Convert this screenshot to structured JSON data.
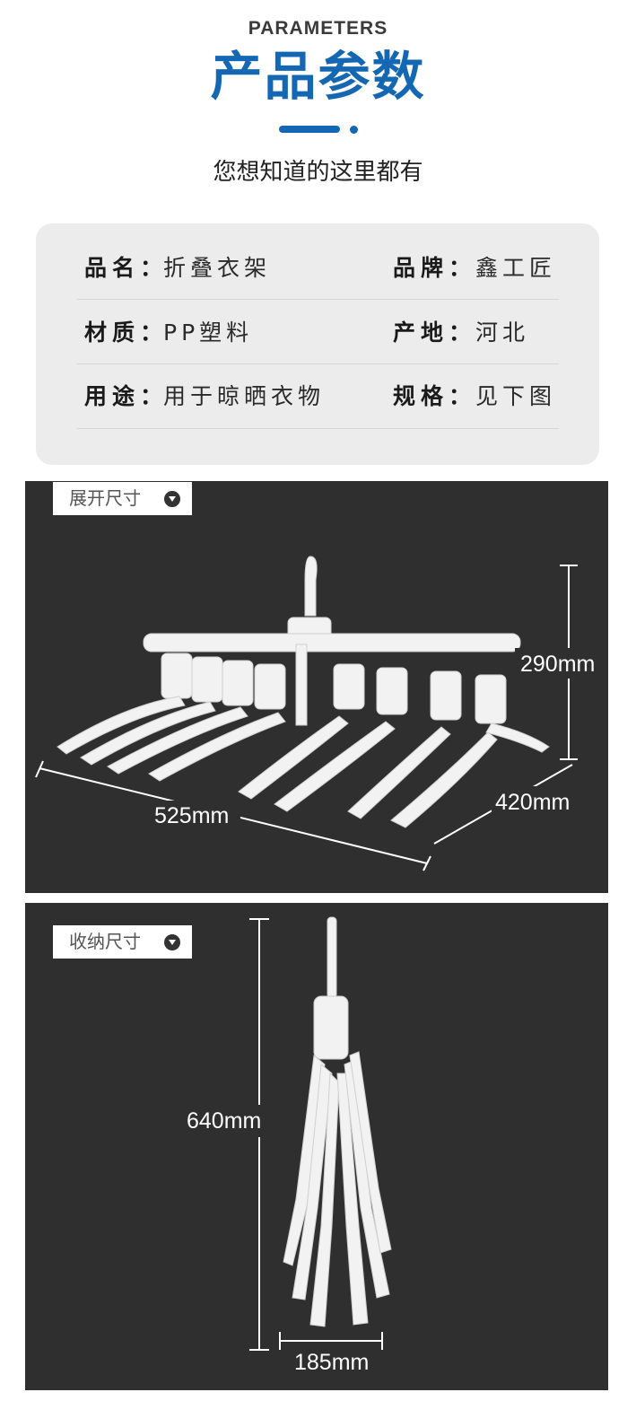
{
  "header": {
    "eyebrow": "PARAMETERS",
    "title": "产品参数",
    "subtitle": "您想知道的这里都有",
    "accent_color": "#1468b3"
  },
  "specs": [
    {
      "left_label": "品名：",
      "left_value": "折叠衣架",
      "right_label": "品牌：",
      "right_value": "鑫工匠"
    },
    {
      "left_label": "材质：",
      "left_value": "PP塑料",
      "right_label": "产地：",
      "right_value": "河北"
    },
    {
      "left_label": "用途：",
      "left_value": "用于晾晒衣物",
      "right_label": "规格：",
      "right_value": "见下图"
    }
  ],
  "expanded": {
    "tag": "展开尺寸",
    "height": "290mm",
    "width": "525mm",
    "depth": "420mm"
  },
  "folded": {
    "tag": "收纳尺寸",
    "height": "640mm",
    "width": "185mm"
  }
}
